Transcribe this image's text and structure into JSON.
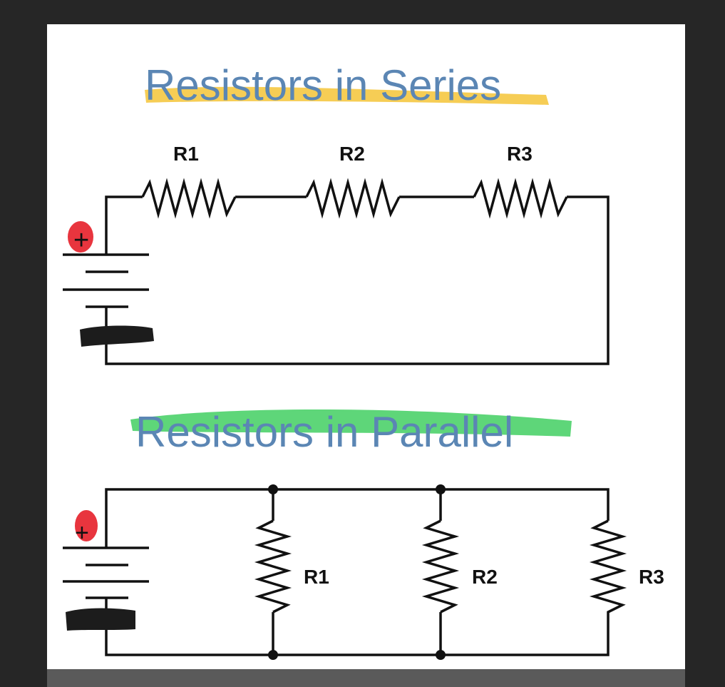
{
  "series_section": {
    "title": "Resistors in Series",
    "highlight_color": "#f5c842",
    "resistors": [
      {
        "label": "R1"
      },
      {
        "label": "R2"
      },
      {
        "label": "R3"
      }
    ],
    "battery": {
      "plus_mark": "+",
      "plus_color": "#e8353e",
      "minus_color": "#1c1c1c"
    }
  },
  "parallel_section": {
    "title": "Resistors in Parallel",
    "highlight_color": "#4cd26a",
    "resistors": [
      {
        "label": "R1"
      },
      {
        "label": "R2"
      },
      {
        "label": "R3"
      }
    ],
    "battery": {
      "plus_mark": "+",
      "plus_color": "#e8353e",
      "minus_color": "#1c1c1c"
    }
  },
  "colors": {
    "wire": "#111111",
    "title_text": "#5b86b4",
    "background": "#262626",
    "sheet": "#ffffff"
  }
}
